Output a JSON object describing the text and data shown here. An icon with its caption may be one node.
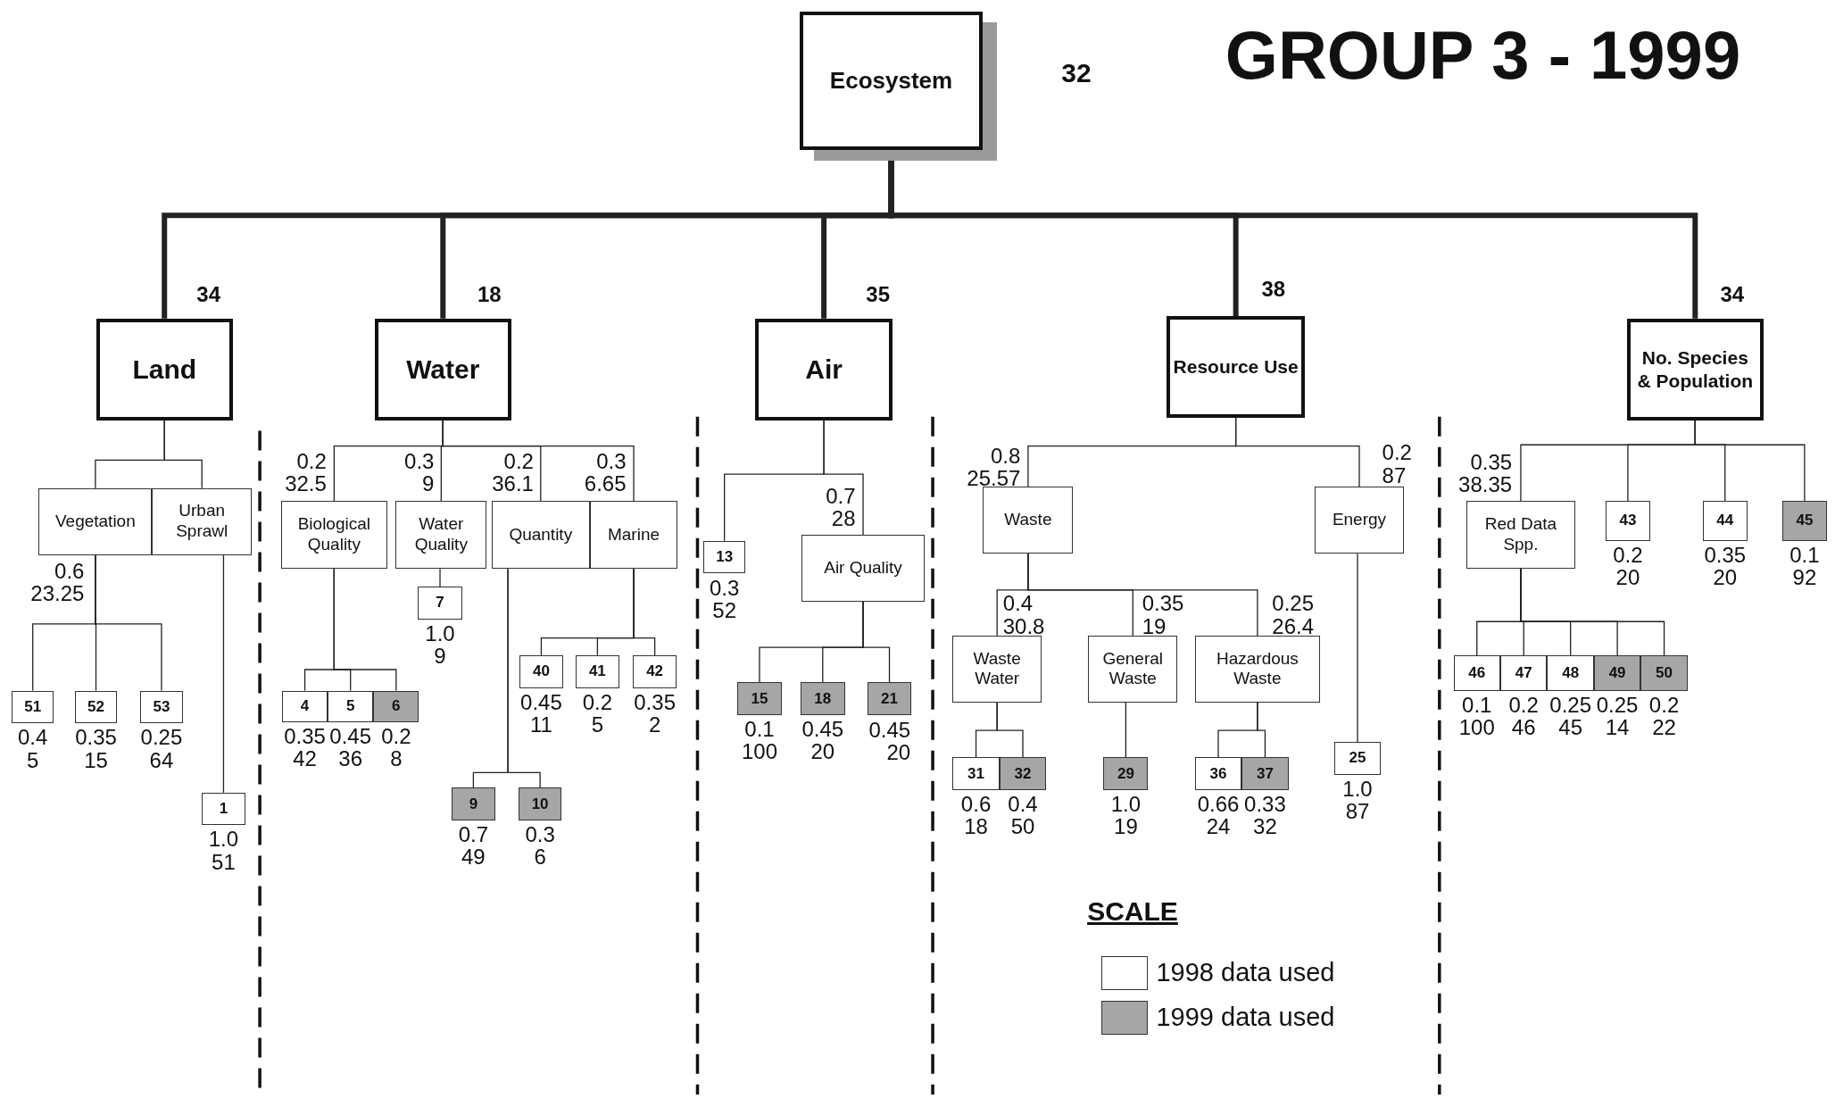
{
  "diagram": {
    "title": "GROUP 3 - 1999",
    "nodes": [
      {
        "text": [
          "Ecosystem"
        ],
        "beside": [
          "32"
        ]
      },
      {
        "text": [
          "Land"
        ],
        "beside": [
          "34"
        ]
      },
      {
        "text": [
          "Water"
        ],
        "beside": [
          "18"
        ]
      },
      {
        "text": [
          "Air"
        ],
        "beside": [
          "35"
        ]
      },
      {
        "text": [
          "Resource Use"
        ],
        "beside": [
          "38"
        ]
      },
      {
        "text": [
          "No. Species & Population"
        ],
        "beside": [
          "34"
        ]
      },
      {
        "text": [
          "Vegetation"
        ],
        "beside": [
          "0.6",
          "23.25"
        ]
      },
      {
        "text": [
          "Urban Sprawl"
        ]
      },
      {
        "text": [
          "51"
        ],
        "beside": [
          "0.4",
          "5"
        ]
      },
      {
        "text": [
          "52"
        ],
        "beside": [
          "0.35",
          "15"
        ]
      },
      {
        "text": [
          "53"
        ],
        "beside": [
          "0.25",
          "64"
        ]
      },
      {
        "text": [
          "1"
        ],
        "beside": [
          "1.0",
          "51"
        ]
      },
      {
        "text": [
          "Biological Quality"
        ],
        "beside": [
          "0.2",
          "32.5"
        ]
      },
      {
        "text": [
          "Water Quality"
        ],
        "beside": [
          "0.3",
          "9"
        ]
      },
      {
        "text": [
          "Quantity"
        ],
        "beside": [
          "0.2",
          "36.1"
        ]
      },
      {
        "text": [
          "Marine"
        ],
        "beside": [
          "0.3",
          "6.65"
        ]
      },
      {
        "text": [
          "4"
        ],
        "beside": [
          "0.35",
          "42"
        ]
      },
      {
        "text": [
          "5"
        ],
        "beside": [
          "0.45",
          "36"
        ]
      },
      {
        "text": [
          "6"
        ],
        "beside": [
          "0.2",
          "8"
        ]
      },
      {
        "text": [
          "7"
        ],
        "beside": [
          "1.0",
          "9"
        ]
      },
      {
        "text": [
          "40"
        ],
        "beside": [
          "0.45",
          "11"
        ]
      },
      {
        "text": [
          "41"
        ],
        "beside": [
          "0.2",
          "5"
        ]
      },
      {
        "text": [
          "42"
        ],
        "beside": [
          "0.35",
          "2"
        ]
      },
      {
        "text": [
          "9"
        ],
        "beside": [
          "0.7",
          "49"
        ]
      },
      {
        "text": [
          "10"
        ],
        "beside": [
          "0.3",
          "6"
        ]
      },
      {
        "text": [
          "13"
        ],
        "beside": [
          "0.3",
          "52"
        ]
      },
      {
        "text": [
          "Air Quality"
        ],
        "beside": [
          "0.7",
          "28"
        ]
      },
      {
        "text": [
          "15"
        ],
        "beside": [
          "0.1",
          "100"
        ]
      },
      {
        "text": [
          "18"
        ],
        "beside": [
          "0.45",
          "20"
        ]
      },
      {
        "text": [
          "21"
        ],
        "beside": [
          "0.45",
          "20"
        ]
      },
      {
        "text": [
          "Waste"
        ],
        "beside": [
          "0.8",
          "25.57"
        ]
      },
      {
        "text": [
          "Energy"
        ],
        "beside": [
          "0.2",
          "87"
        ]
      },
      {
        "text": [
          "Waste Water"
        ],
        "beside": [
          "0.4",
          "30.8"
        ]
      },
      {
        "text": [
          "General Waste"
        ],
        "beside": [
          "0.35",
          "19"
        ]
      },
      {
        "text": [
          "Hazardous Waste"
        ],
        "beside": [
          "0.25",
          "26.4"
        ]
      },
      {
        "text": [
          "31"
        ],
        "beside": [
          "0.6",
          "18"
        ]
      },
      {
        "text": [
          "32"
        ],
        "beside": [
          "0.4",
          "50"
        ]
      },
      {
        "text": [
          "29"
        ],
        "beside": [
          "1.0",
          "19"
        ]
      },
      {
        "text": [
          "36"
        ],
        "beside": [
          "0.66",
          "24"
        ]
      },
      {
        "text": [
          "37"
        ],
        "beside": [
          "0.33",
          "32"
        ]
      },
      {
        "text": [
          "25"
        ],
        "beside": [
          "1.0",
          "87"
        ]
      },
      {
        "text": [
          "Red Data Spp."
        ],
        "beside": [
          "0.35",
          "38.35"
        ]
      },
      {
        "text": [
          "43"
        ],
        "beside": [
          "0.2",
          "20"
        ]
      },
      {
        "text": [
          "44"
        ],
        "beside": [
          "0.35",
          "20"
        ]
      },
      {
        "text": [
          "45"
        ],
        "beside": [
          "0.1",
          "92"
        ]
      },
      {
        "text": [
          "46"
        ],
        "beside": [
          "0.1",
          "100"
        ]
      },
      {
        "text": [
          "47"
        ],
        "beside": [
          "0.2",
          "46"
        ]
      },
      {
        "text": [
          "48"
        ],
        "beside": [
          "0.25",
          "45"
        ]
      },
      {
        "text": [
          "49"
        ],
        "beside": [
          "0.25",
          "14"
        ]
      },
      {
        "text": [
          "50"
        ],
        "beside": [
          "0.2",
          "22"
        ]
      }
    ],
    "edges": [
      {
        "from": 0,
        "to": 1,
        "arrow": "none",
        "style": "thick"
      },
      {
        "from": 0,
        "to": 2,
        "arrow": "none",
        "style": "thick"
      },
      {
        "from": 0,
        "to": 3,
        "arrow": "none",
        "style": "thick"
      },
      {
        "from": 0,
        "to": 4,
        "arrow": "none",
        "style": "thick"
      },
      {
        "from": 0,
        "to": 5,
        "arrow": "none",
        "style": "thick"
      },
      {
        "from": 1,
        "to": 6,
        "arrow": "none"
      },
      {
        "from": 1,
        "to": 7,
        "arrow": "none"
      },
      {
        "from": 6,
        "to": 8,
        "arrow": "none"
      },
      {
        "from": 6,
        "to": 9,
        "arrow": "none"
      },
      {
        "from": 6,
        "to": 10,
        "arrow": "none"
      },
      {
        "from": 7,
        "to": 11,
        "arrow": "none"
      },
      {
        "from": 2,
        "to": 12,
        "arrow": "none"
      },
      {
        "from": 2,
        "to": 13,
        "arrow": "none"
      },
      {
        "from": 2,
        "to": 14,
        "arrow": "none"
      },
      {
        "from": 2,
        "to": 15,
        "arrow": "none"
      },
      {
        "from": 12,
        "to": 16,
        "arrow": "none"
      },
      {
        "from": 12,
        "to": 17,
        "arrow": "none"
      },
      {
        "from": 12,
        "to": 18,
        "arrow": "none"
      },
      {
        "from": 13,
        "to": 19,
        "arrow": "none"
      },
      {
        "from": 14,
        "to": 23,
        "arrow": "none"
      },
      {
        "from": 14,
        "to": 24,
        "arrow": "none"
      },
      {
        "from": 15,
        "to": 20,
        "arrow": "none"
      },
      {
        "from": 15,
        "to": 21,
        "arrow": "none"
      },
      {
        "from": 15,
        "to": 22,
        "arrow": "none"
      },
      {
        "from": 3,
        "to": 25,
        "arrow": "none"
      },
      {
        "from": 3,
        "to": 26,
        "arrow": "none"
      },
      {
        "from": 26,
        "to": 27,
        "arrow": "none"
      },
      {
        "from": 26,
        "to": 28,
        "arrow": "none"
      },
      {
        "from": 26,
        "to": 29,
        "arrow": "none"
      },
      {
        "from": 4,
        "to": 30,
        "arrow": "none"
      },
      {
        "from": 4,
        "to": 31,
        "arrow": "none"
      },
      {
        "from": 30,
        "to": 32,
        "arrow": "none"
      },
      {
        "from": 30,
        "to": 33,
        "arrow": "none"
      },
      {
        "from": 30,
        "to": 34,
        "arrow": "none"
      },
      {
        "from": 32,
        "to": 35,
        "arrow": "none"
      },
      {
        "from": 32,
        "to": 36,
        "arrow": "none"
      },
      {
        "from": 33,
        "to": 37,
        "arrow": "none"
      },
      {
        "from": 34,
        "to": 38,
        "arrow": "none"
      },
      {
        "from": 34,
        "to": 39,
        "arrow": "none"
      },
      {
        "from": 31,
        "to": 40,
        "arrow": "none"
      },
      {
        "from": 5,
        "to": 41,
        "arrow": "none"
      },
      {
        "from": 5,
        "to": 42,
        "arrow": "none"
      },
      {
        "from": 5,
        "to": 43,
        "arrow": "none"
      },
      {
        "from": 5,
        "to": 44,
        "arrow": "none"
      },
      {
        "from": 41,
        "to": 45,
        "arrow": "none"
      },
      {
        "from": 41,
        "to": 46,
        "arrow": "none"
      },
      {
        "from": 41,
        "to": 47,
        "arrow": "none"
      },
      {
        "from": 41,
        "to": 48,
        "arrow": "none"
      },
      {
        "from": 41,
        "to": 49,
        "arrow": "none"
      }
    ],
    "labels": [
      "SCALE"
    ],
    "legend": [
      {
        "text": "1998 data used",
        "color": "#ffffff"
      },
      {
        "text": "1999 data used",
        "color": "#a6a6a6"
      }
    ]
  }
}
